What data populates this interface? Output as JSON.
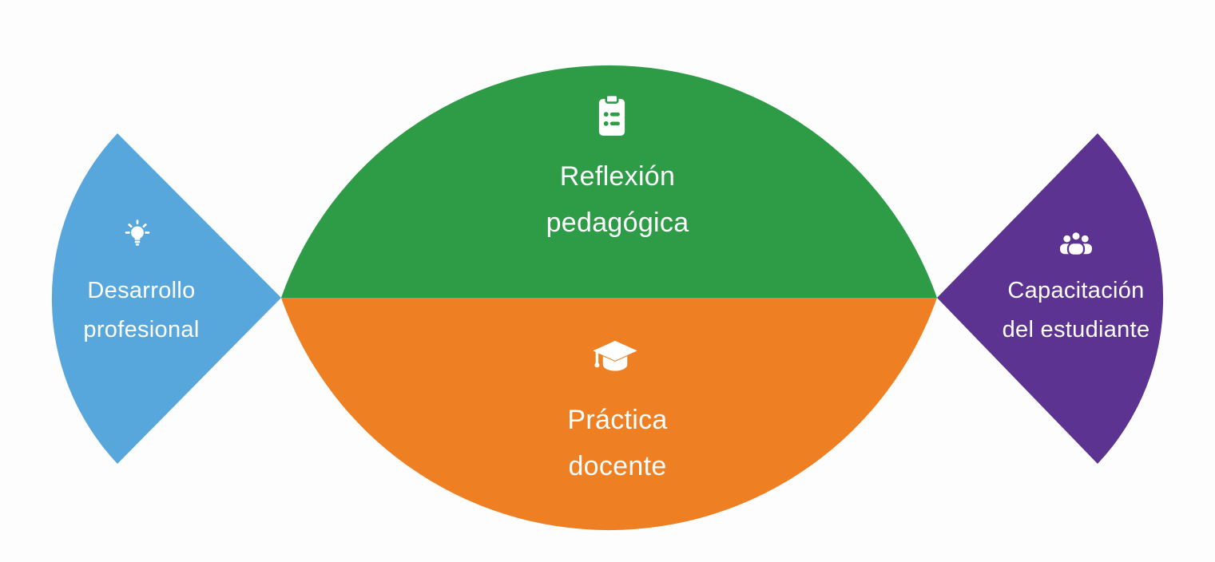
{
  "colors": {
    "background": "#fdfdfd",
    "icon_and_text": "#ffffff"
  },
  "segments": {
    "left": {
      "label_line1": "Desarrollo",
      "label_line2": "profesional",
      "icon": "lightbulb-icon",
      "color": "#58a7dc"
    },
    "top": {
      "label_line1": "Reflexión",
      "label_line2": "pedagógica",
      "icon": "clipboard-checklist-icon",
      "color": "#2e9b47"
    },
    "bottom": {
      "label_line1": "Práctica",
      "label_line2": "docente",
      "icon": "graduation-cap-icon",
      "color": "#ee8023"
    },
    "right": {
      "label_line1": "Capacitación",
      "label_line2": "del estudiante",
      "icon": "people-group-icon",
      "color": "#5c3390"
    }
  }
}
